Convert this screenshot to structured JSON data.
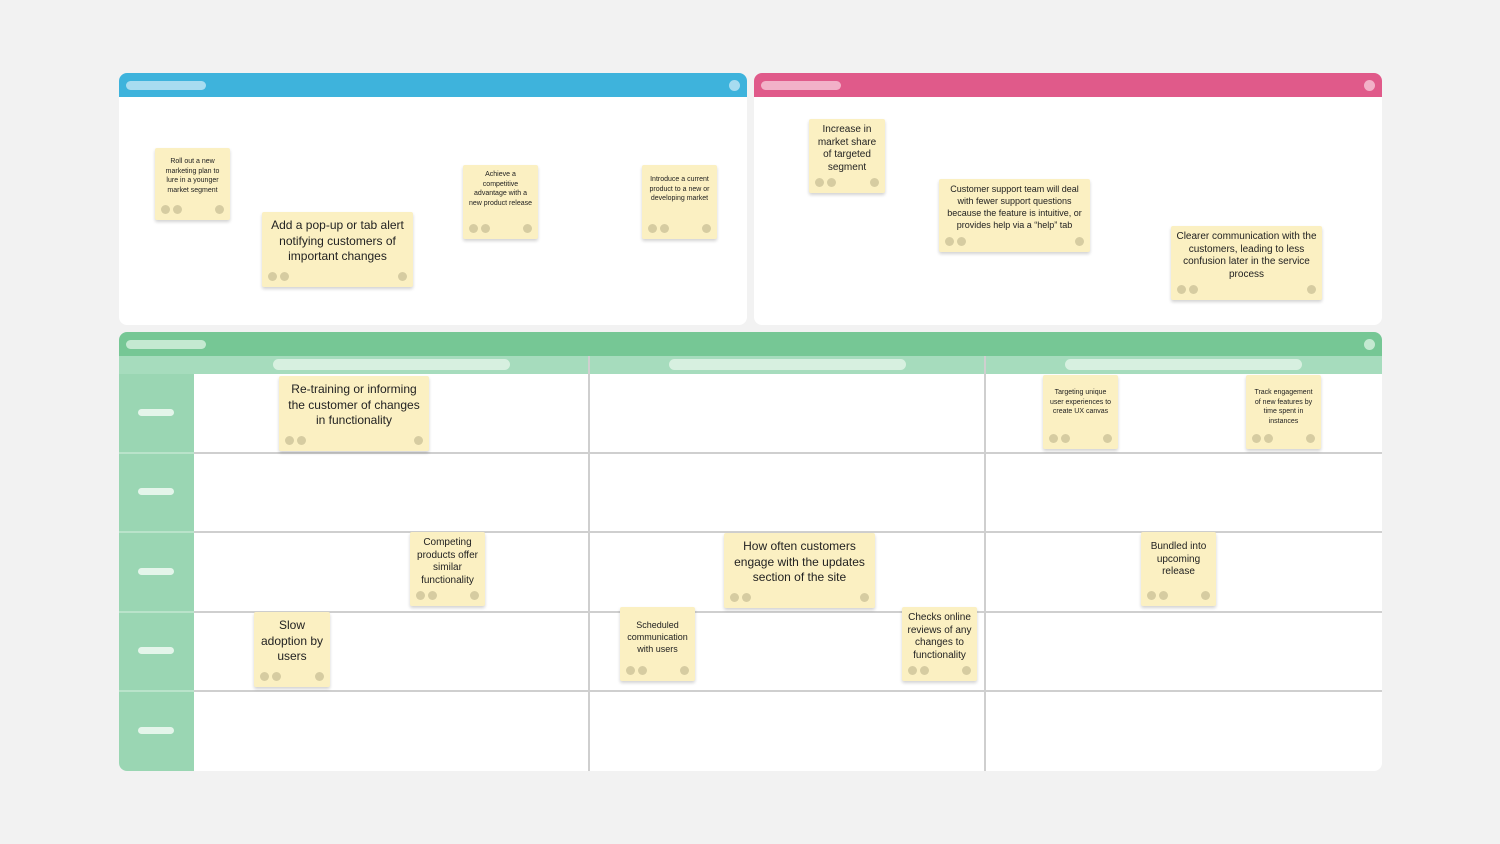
{
  "panels": {
    "top_left": {
      "stickies": [
        "Roll out a new marketing plan to lure in a younger market segment",
        "Add a pop-up or tab alert notifying customers of important changes",
        "Achieve a competitive advantage with a new product release",
        "Introduce a current product to a new or developing market"
      ]
    },
    "top_right": {
      "stickies": [
        "Increase in market share of targeted segment",
        "Customer support team will deal with fewer support questions because the feature is intuitive, or provides help via a “help” tab",
        "Clearer communication with the customers, leading to less confusion later in the service process"
      ]
    },
    "bottom": {
      "stickies": [
        "Re-training or informing the customer of changes in functionality",
        "Targeting unique user experiences to create UX canvas",
        "Track engagement of new features by time spent in instances",
        "Competing products offer similar functionality",
        "How often customers engage with the updates section of the site",
        "Bundled into upcoming release",
        "Slow adoption by users",
        "Scheduled communication with users",
        "Checks online reviews of any changes to functionality"
      ]
    }
  },
  "colors": {
    "top_left_header": "#3eb3dc",
    "top_right_header": "#e05a8a",
    "bottom_header": "#76c795",
    "sticky": "#fbf0c2"
  }
}
